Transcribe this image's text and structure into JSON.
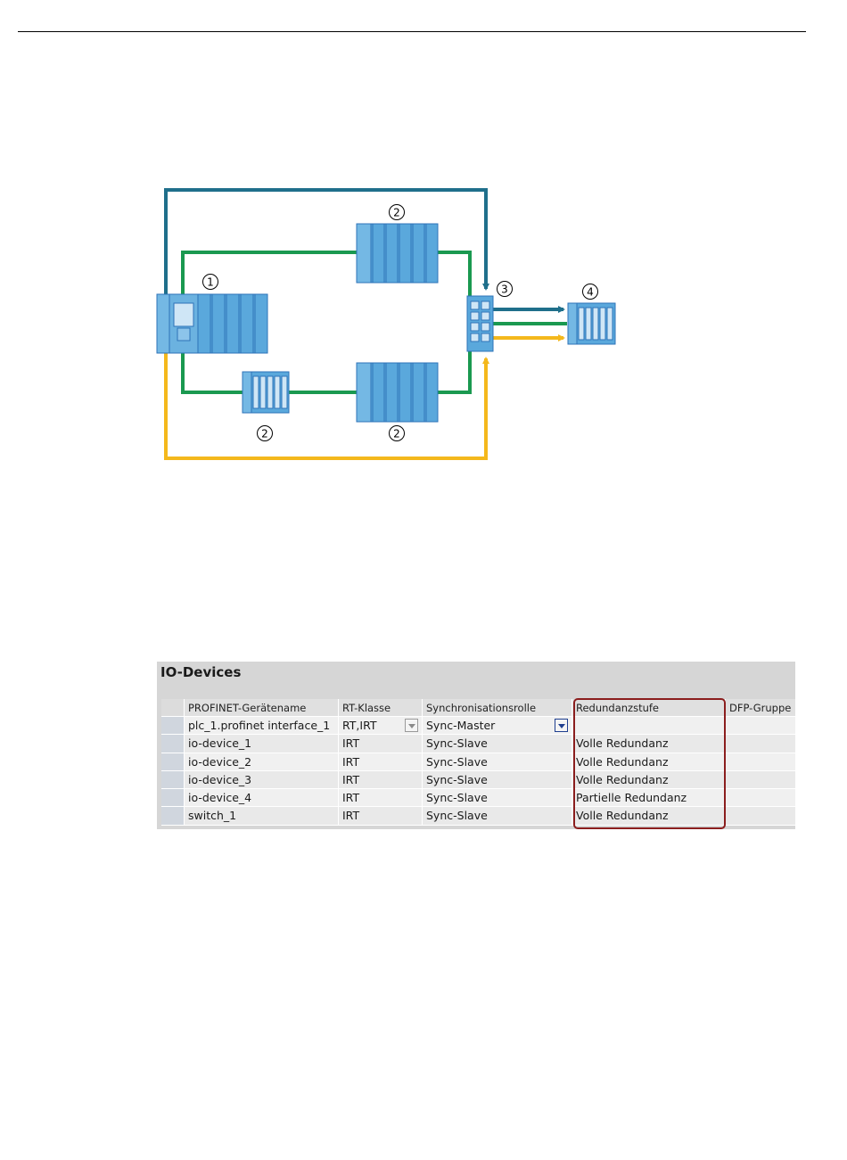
{
  "diagram": {
    "callouts": [
      "1",
      "2",
      "2",
      "2",
      "3",
      "4"
    ],
    "colors": {
      "teal": "#1f6f8b",
      "green": "#1a9950",
      "yellow": "#f4b81c",
      "device": "#5aa8dc",
      "device_dark": "#2e73b8"
    }
  },
  "table": {
    "title": "IO-Devices",
    "headers": [
      "PROFINET-Gerätename",
      "RT-Klasse",
      "Synchronisationsrolle",
      "Redundanzstufe",
      "DFP-Gruppe"
    ],
    "rows": [
      {
        "name": "plc_1.profinet interface_1",
        "rt": "RT,IRT",
        "sync": "Sync-Master",
        "redundancy": "",
        "dfp": ""
      },
      {
        "name": "io-device_1",
        "rt": "IRT",
        "sync": "Sync-Slave",
        "redundancy": "Volle Redundanz",
        "dfp": ""
      },
      {
        "name": "io-device_2",
        "rt": "IRT",
        "sync": "Sync-Slave",
        "redundancy": "Volle Redundanz",
        "dfp": ""
      },
      {
        "name": "io-device_3",
        "rt": "IRT",
        "sync": "Sync-Slave",
        "redundancy": "Volle Redundanz",
        "dfp": ""
      },
      {
        "name": "io-device_4",
        "rt": "IRT",
        "sync": "Sync-Slave",
        "redundancy": "Partielle Redundanz",
        "dfp": ""
      },
      {
        "name": "switch_1",
        "rt": "IRT",
        "sync": "Sync-Slave",
        "redundancy": "Volle Redundanz",
        "dfp": ""
      }
    ],
    "highlight_color": "#8b1e1e"
  }
}
